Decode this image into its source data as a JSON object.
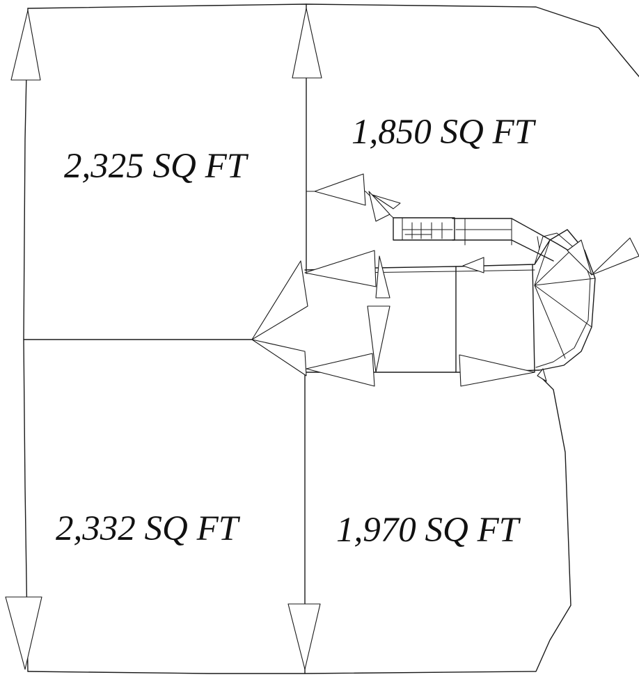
{
  "plan": {
    "areas": [
      {
        "id": "area-nw",
        "label": "2,325 SQ FT"
      },
      {
        "id": "area-ne",
        "label": "1,850 SQ FT"
      },
      {
        "id": "area-sw",
        "label": "2,332 SQ FT"
      },
      {
        "id": "area-se",
        "label": "1,970 SQ FT"
      }
    ]
  },
  "colors": {
    "line": "#1a1a1a",
    "background": "#ffffff",
    "text": "#111111"
  }
}
